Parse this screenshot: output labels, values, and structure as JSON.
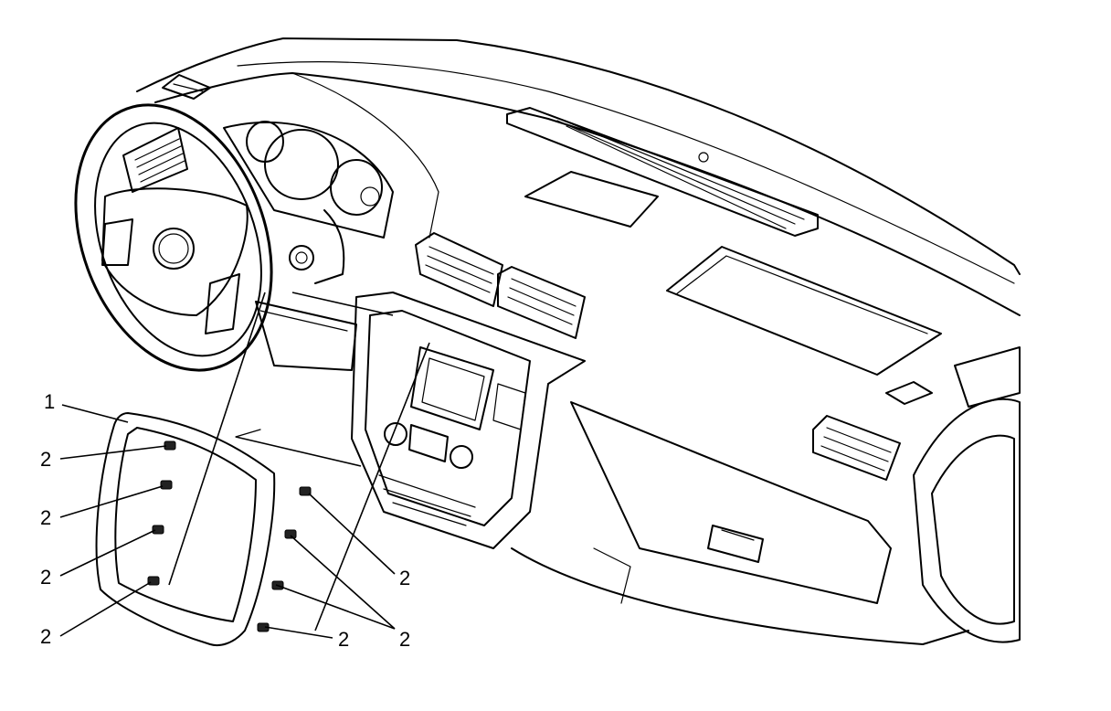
{
  "callouts": {
    "c1": "1",
    "c2a": "2",
    "c2b": "2",
    "c2c": "2",
    "c2d": "2",
    "c2e": "2",
    "c2f": "2",
    "c2g": "2"
  },
  "colors": {
    "line": "#000000",
    "background": "#ffffff"
  }
}
